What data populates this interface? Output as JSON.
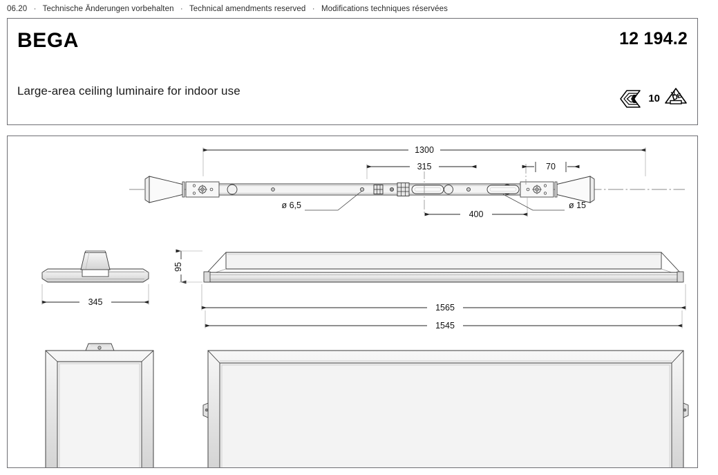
{
  "header": {
    "revision": "06.20",
    "notice_de": "Technische Änderungen vorbehalten",
    "notice_en": "Technical amendments reserved",
    "notice_fr": "Modifications techniques réservées",
    "separator": "·"
  },
  "title_block": {
    "brand": "BEGA",
    "article_number": "12 194.2",
    "product_description": "Large-area ceiling luminaire for indoor use",
    "pictograms": [
      {
        "name": "impact-resistance-ik-icon",
        "value": "10",
        "label": "IK10"
      },
      {
        "name": "vde-mark-icon",
        "value": "VDE",
        "label": "VDE"
      }
    ]
  },
  "drawing": {
    "dimensions": {
      "total_length_outer": "1565",
      "total_length_inner": "1545",
      "mounting_span": "1300",
      "offset_315": "315",
      "slot_spacing_400": "400",
      "slot_width_70": "70",
      "width_345": "345",
      "height_95": "95",
      "hole_small": "ø 6,5",
      "hole_large": "ø 15"
    },
    "views": [
      {
        "name": "mounting-rail-top-view",
        "label": "mounting rail plan"
      },
      {
        "name": "end-section-view",
        "label": "end section"
      },
      {
        "name": "side-elevation-view",
        "label": "side elevation"
      },
      {
        "name": "end-elevation-view",
        "label": "end elevation"
      },
      {
        "name": "bottom-plan-view",
        "label": "bottom plan"
      }
    ]
  },
  "colors": {
    "line": "#3a3a3a",
    "frame": "#6e6e73",
    "fill_light": "#f1f1f1",
    "fill_mid": "#d8d8d8",
    "fill_dark": "#bdbdbd",
    "centerline": "#7a7a7a"
  }
}
